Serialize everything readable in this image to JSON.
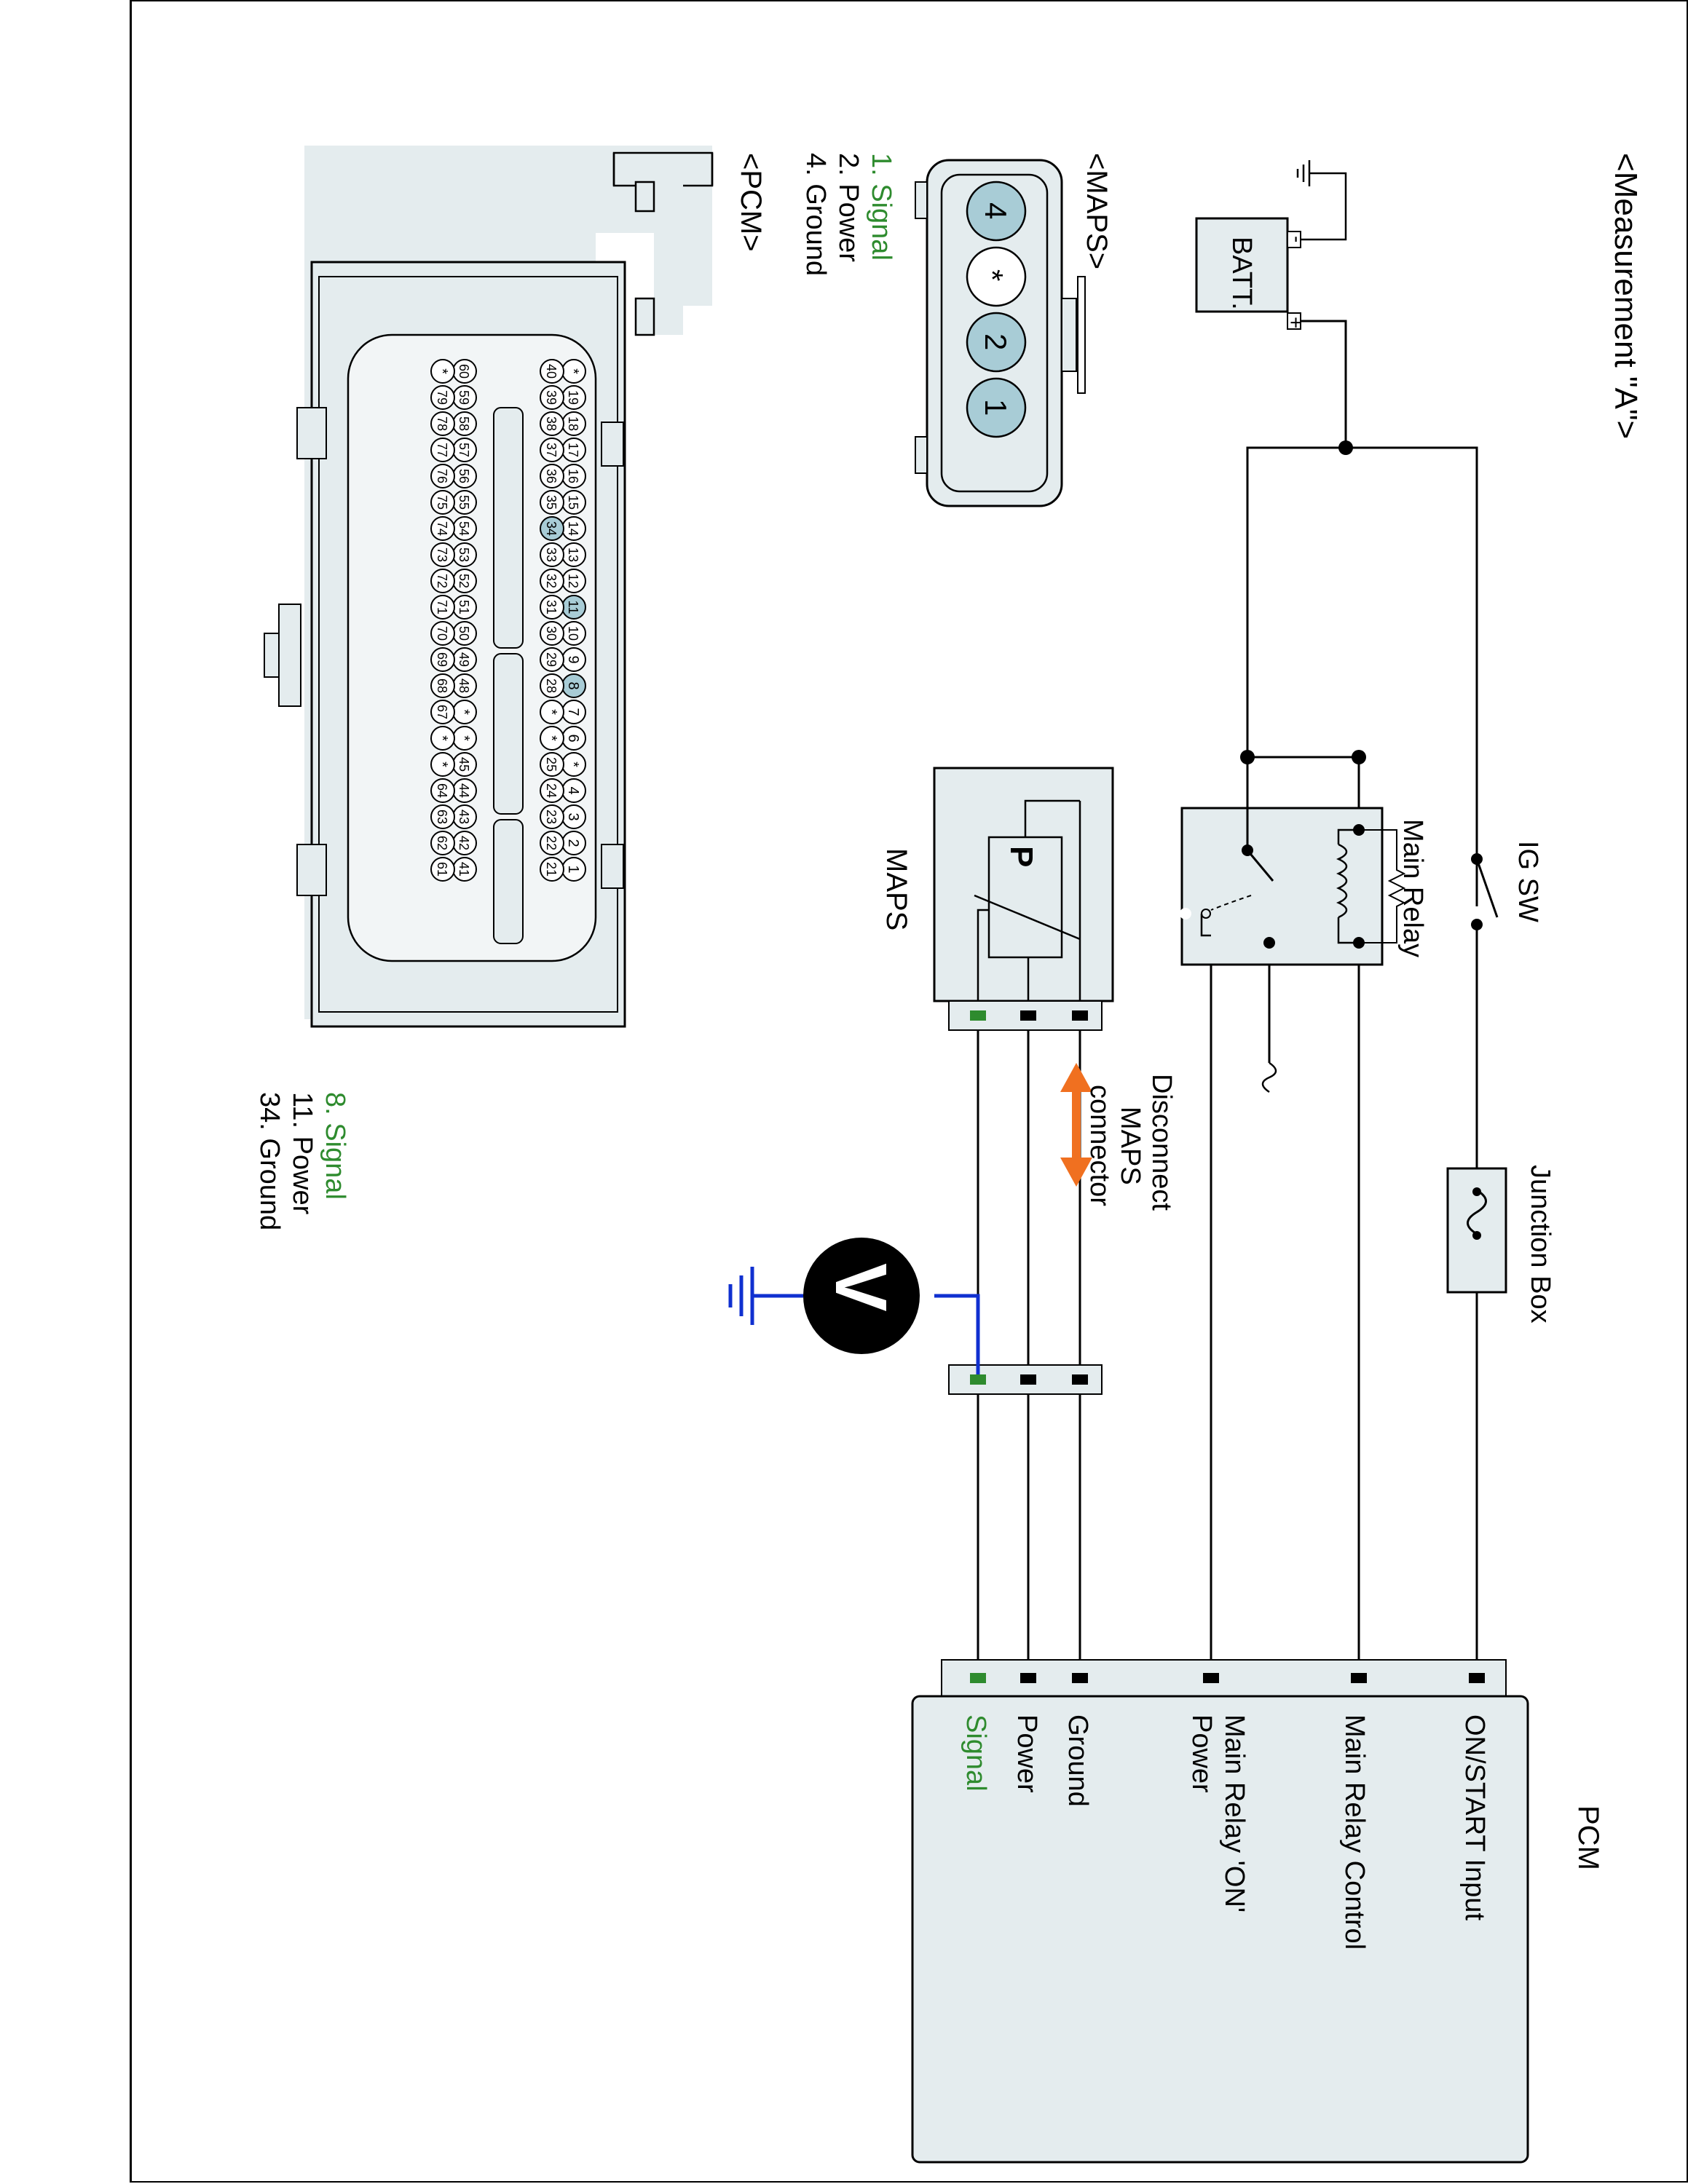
{
  "title": "<Measurement \"A\">",
  "battery": {
    "label": "BATT.",
    "plus": "+",
    "minus": "-"
  },
  "ig_sw": "IG SW",
  "main_relay": "Main Relay",
  "junction_box": "Junction Box",
  "maps_sensor": {
    "label": "MAPS",
    "symbol": "P"
  },
  "disconnect_note": [
    "Disconnect",
    "MAPS",
    "connector"
  ],
  "voltmeter": "V",
  "pcm": {
    "label": "PCM",
    "pins": [
      "ON/START Input",
      "Main Relay Control",
      "Main Relay 'ON'",
      "Power",
      "Ground",
      "Power",
      "Signal"
    ]
  },
  "maps_connector": {
    "title": "<MAPS>",
    "pins": [
      "4",
      "*",
      "2",
      "1"
    ],
    "legend": [
      "1. Signal",
      "2. Power",
      "4. Ground"
    ]
  },
  "pcm_connector": {
    "title": "<PCM>",
    "row1": [
      "*",
      "19",
      "18",
      "17",
      "16",
      "15",
      "14",
      "13",
      "12",
      "11",
      "10",
      "9",
      "8",
      "7",
      "6",
      "*",
      "4",
      "3",
      "2",
      "1"
    ],
    "row2": [
      "40",
      "39",
      "38",
      "37",
      "36",
      "35",
      "34",
      "33",
      "32",
      "31",
      "30",
      "29",
      "28",
      "*",
      "*",
      "25",
      "24",
      "23",
      "22",
      "21"
    ],
    "row3": [
      "60",
      "59",
      "58",
      "57",
      "56",
      "55",
      "54",
      "53",
      "52",
      "51",
      "50",
      "49",
      "48",
      "*",
      "*",
      "45",
      "44",
      "43",
      "42",
      "41"
    ],
    "row4": [
      "*",
      "79",
      "78",
      "77",
      "76",
      "75",
      "74",
      "73",
      "72",
      "71",
      "70",
      "69",
      "68",
      "67",
      "*",
      "*",
      "64",
      "63",
      "62",
      "61"
    ],
    "highlighted": [
      "8",
      "11",
      "34"
    ],
    "legend": [
      "8. Signal",
      "11. Power",
      "34. Ground"
    ]
  },
  "colors": {
    "signal_green": "#2e8b2e",
    "probe_blue": "#1030d0",
    "arrow_orange": "#f07020",
    "part_fill": "#e4ecee",
    "pin_fill": "#a8ccd6"
  }
}
